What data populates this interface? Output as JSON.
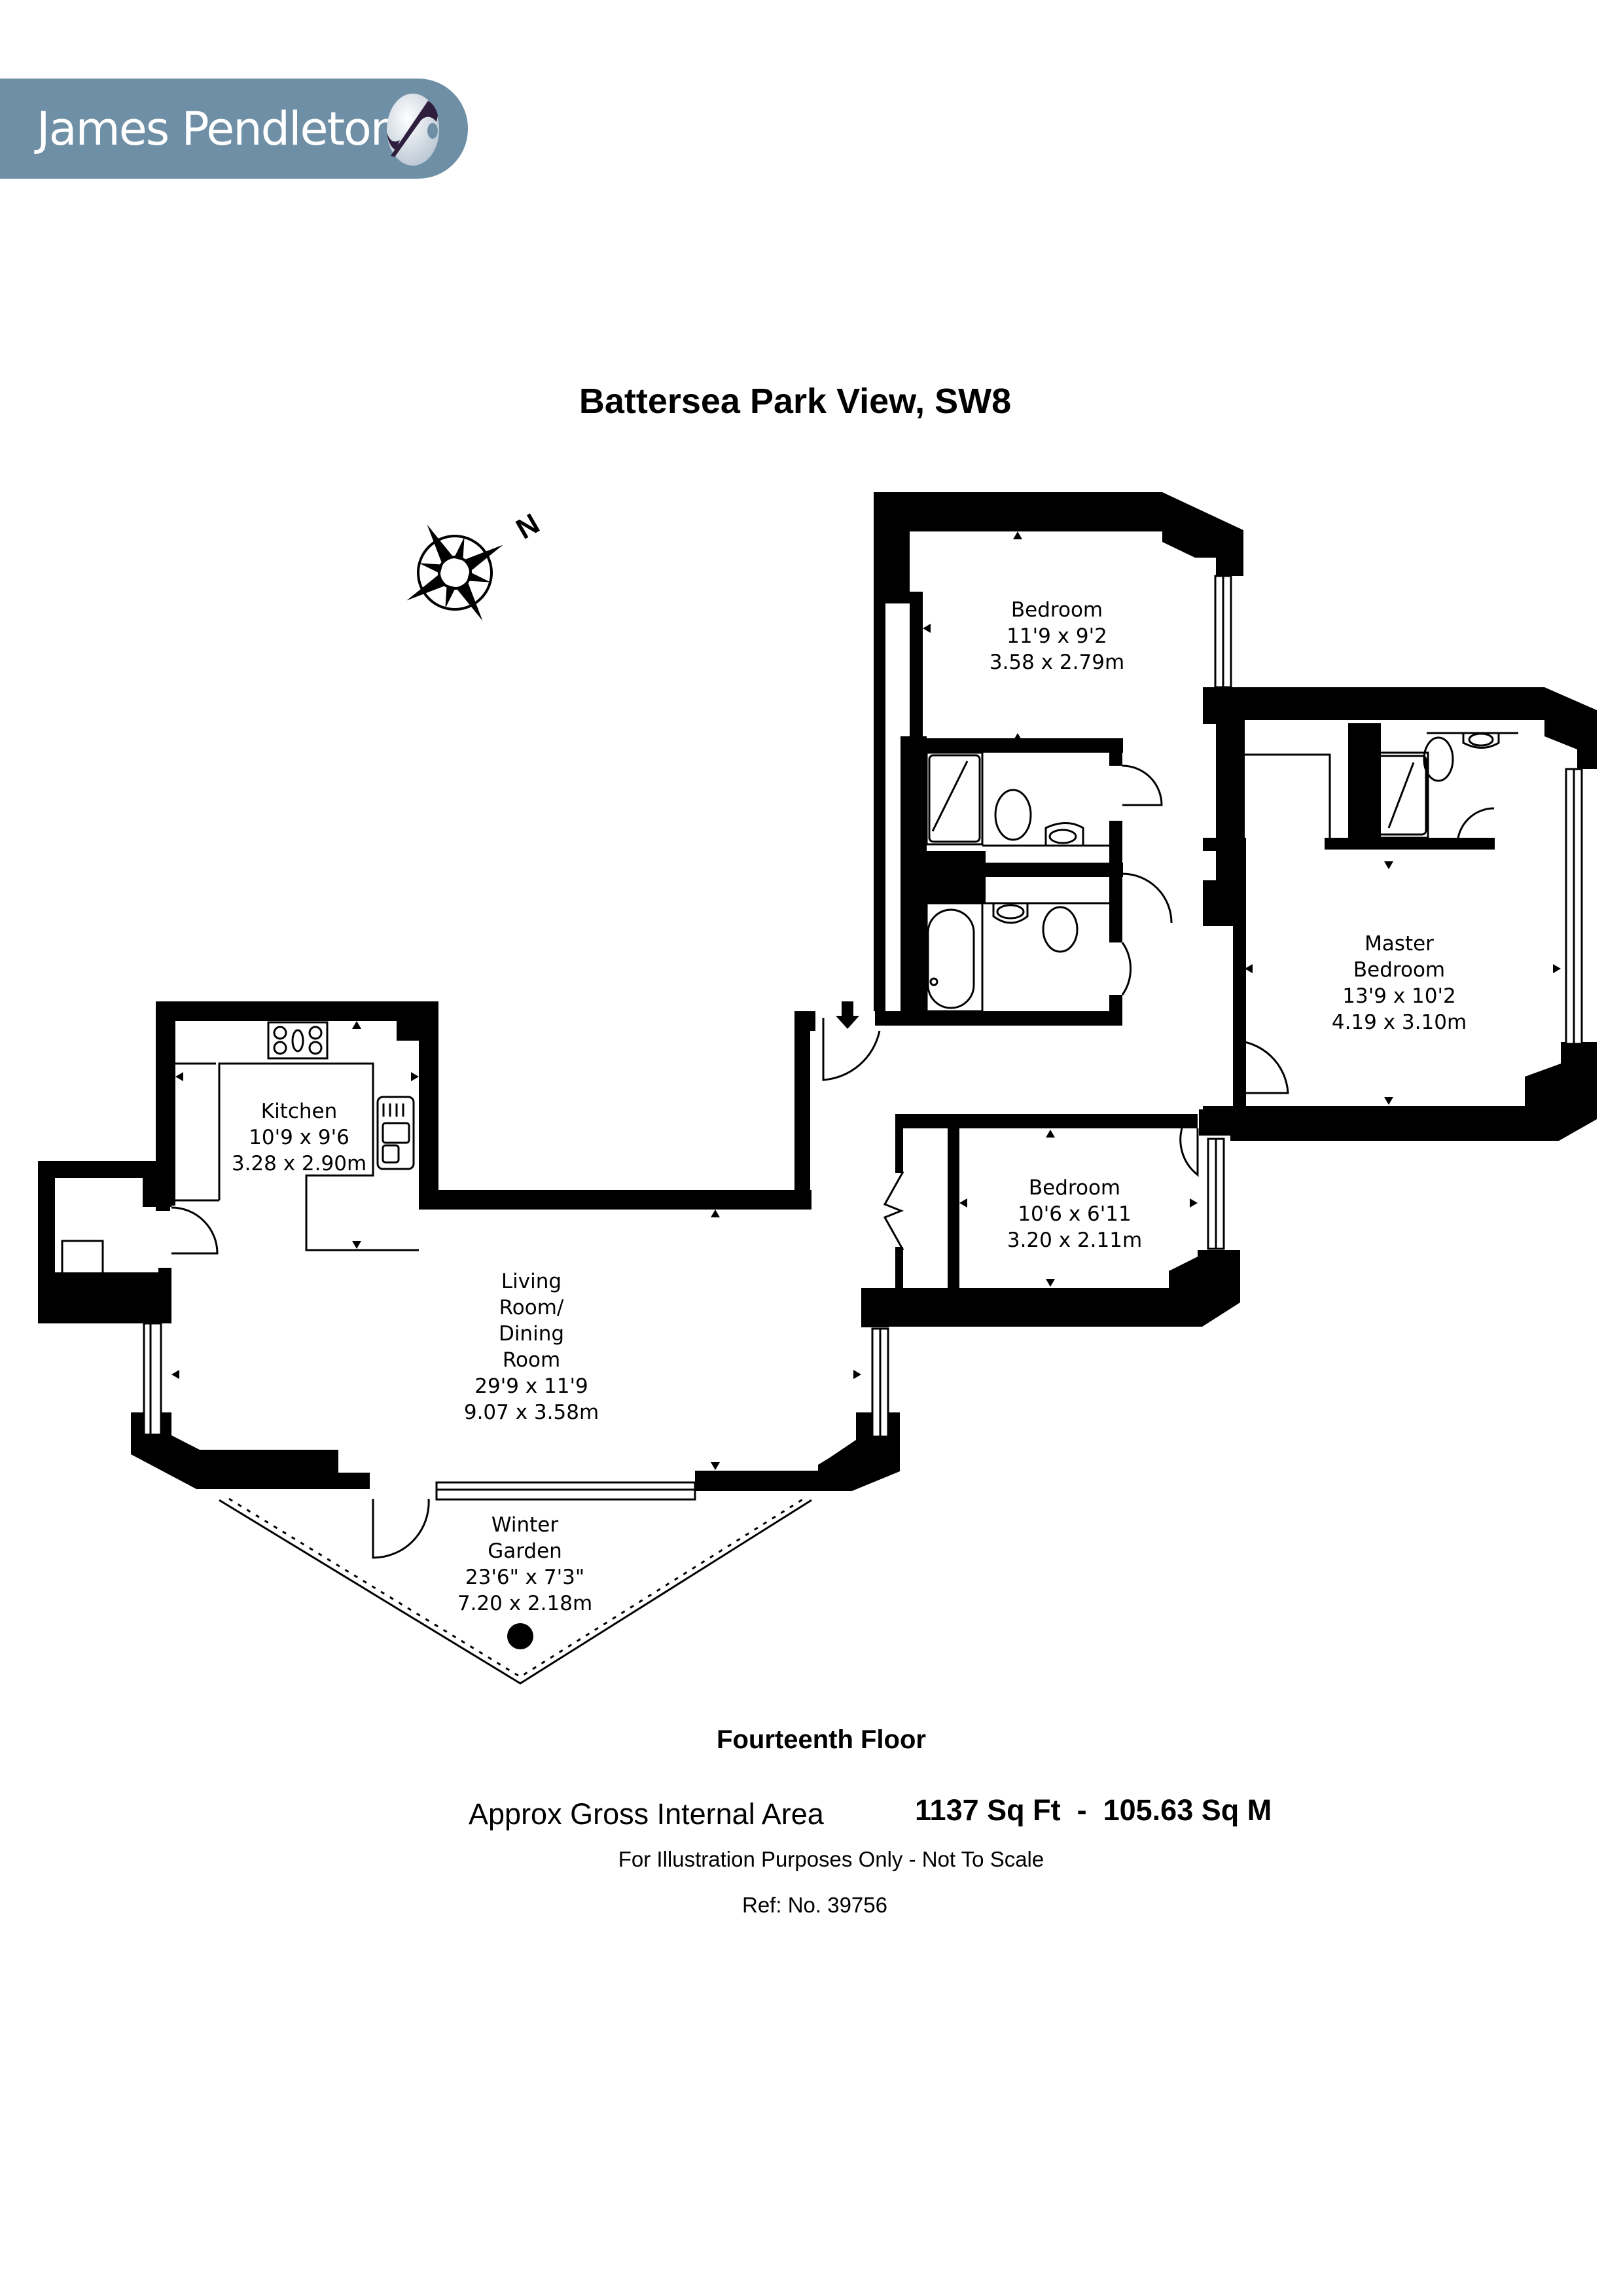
{
  "brand": {
    "name": "James Pendleton",
    "bar_color": "#6e8fa5",
    "mark_dark": "#2e1f3e"
  },
  "title": "Battersea Park View, SW8",
  "compass": {
    "label": "N"
  },
  "rooms": [
    {
      "id": "bedroom-2",
      "name_lines": [
        "Bedroom"
      ],
      "imperial": "11'9 x 9'2",
      "metric": "3.58 x 2.79m"
    },
    {
      "id": "master-bedroom",
      "name_lines": [
        "Master",
        "Bedroom"
      ],
      "imperial": "13'9 x 10'2",
      "metric": "4.19 x 3.10m"
    },
    {
      "id": "kitchen",
      "name_lines": [
        "Kitchen"
      ],
      "imperial": "10'9 x 9'6",
      "metric": "3.28 x 2.90m"
    },
    {
      "id": "bedroom-3",
      "name_lines": [
        "Bedroom"
      ],
      "imperial": "10'6 x 6'11",
      "metric": "3.20 x 2.11m"
    },
    {
      "id": "living-dining",
      "name_lines": [
        "Living",
        "Room/",
        "Dining",
        "Room"
      ],
      "imperial": "29'9 x 11'9",
      "metric": "9.07 x 3.58m"
    },
    {
      "id": "winter-garden",
      "name_lines": [
        "Winter",
        "Garden"
      ],
      "imperial": "23'6\" x 7'3\"",
      "metric": "7.20 x 2.18m"
    }
  ],
  "footer": {
    "floor": "Fourteenth Floor",
    "area_label": "Approx Gross Internal Area",
    "area_value": "1137 Sq Ft  -  105.63 Sq M",
    "disclaimer": "For Illustration Purposes Only - Not To Scale",
    "ref": "Ref: No. 39756"
  }
}
